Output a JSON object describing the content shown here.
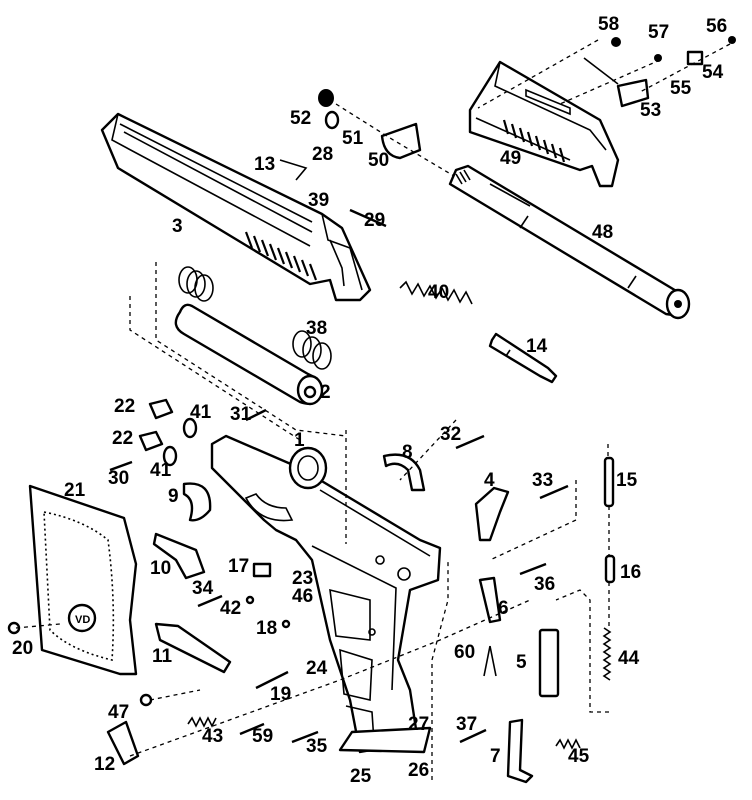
{
  "diagram": {
    "labels": [
      "1",
      "2",
      "3",
      "4",
      "5",
      "6",
      "7",
      "8",
      "9",
      "10",
      "11",
      "12",
      "13",
      "14",
      "15",
      "16",
      "17",
      "18",
      "19",
      "20",
      "21",
      "22",
      "22",
      "23",
      "24",
      "25",
      "26",
      "27",
      "28",
      "29",
      "30",
      "31",
      "32",
      "33",
      "34",
      "35",
      "36",
      "37",
      "38",
      "39",
      "40",
      "41",
      "41",
      "42",
      "43",
      "44",
      "45",
      "46",
      "47",
      "48",
      "49",
      "50",
      "51",
      "52",
      "53",
      "54",
      "55",
      "56",
      "57",
      "58",
      "59",
      "60"
    ],
    "emblem_text": "VD"
  }
}
